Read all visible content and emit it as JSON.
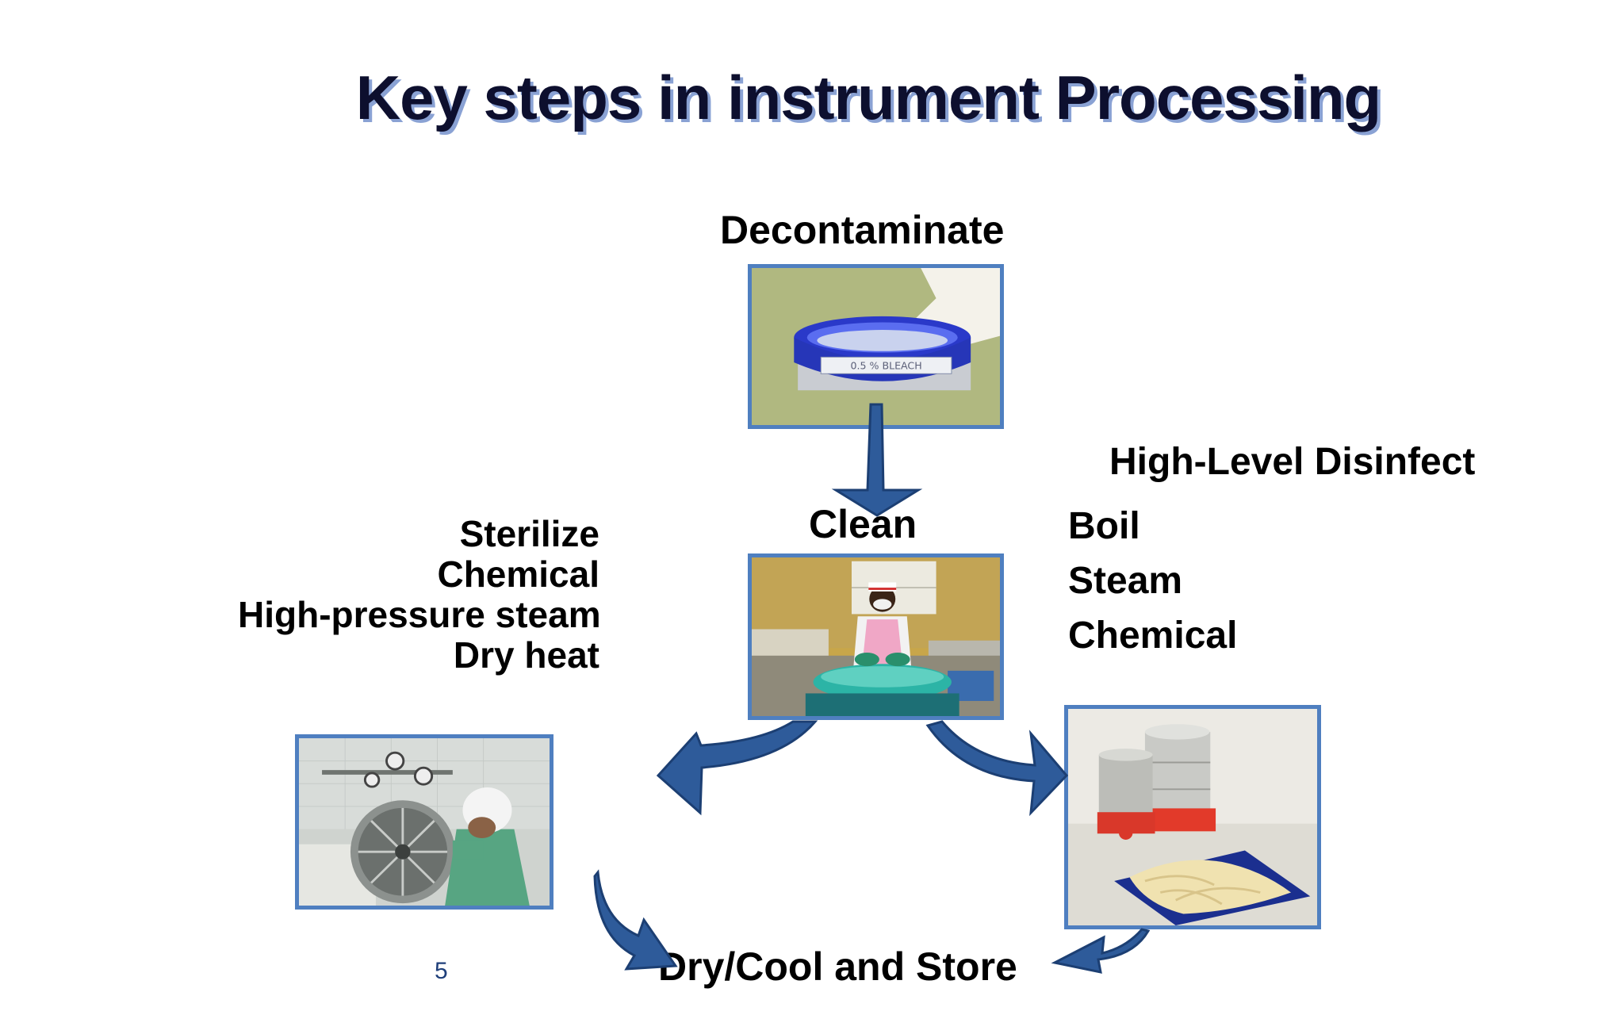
{
  "title": "Key steps in instrument Processing",
  "steps": {
    "decontaminate": "Decontaminate",
    "clean": "Clean",
    "sterilize": {
      "heading": "Sterilize",
      "methods": [
        "Chemical",
        "High-pressure steam",
        "Dry heat"
      ]
    },
    "high_level_disinfect": {
      "heading": "High-Level Disinfect",
      "methods": [
        "Boil",
        "Steam",
        "Chemical"
      ]
    },
    "dry_cool_store": "Dry/Cool and Store"
  },
  "photo_labels": {
    "bleach_bowl": "0.5 % BLEACH"
  },
  "page_number": "5",
  "colors": {
    "title_text": "#0d0f2e",
    "title_shadow": "#8aa2d4",
    "photo_border": "#4f7fc0",
    "arrow_fill": "#2e5b9a",
    "arrow_stroke": "#1c3f73"
  }
}
